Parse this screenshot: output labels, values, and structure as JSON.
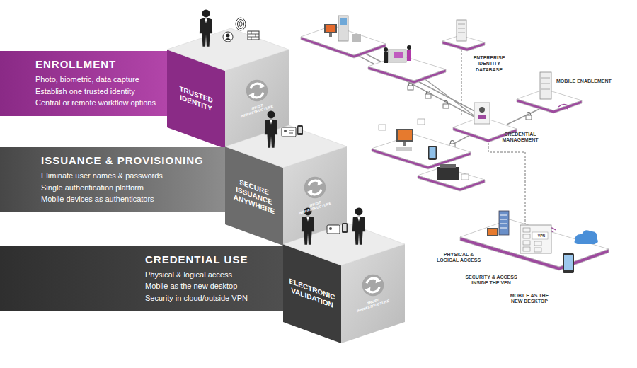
{
  "diagram": {
    "nodes": [
      {
        "text": [
          "ENROLLMENT",
          "Photo, biometric, data capture",
          "Establish one trusted identity",
          "Central or remote workflow options"
        ]
      },
      {
        "text": [
          "TRUSTED IDENTITY"
        ]
      },
      {
        "text": [
          "ISSUANCE & PROVISIONING",
          "Eliminate user names & passwords",
          "Single authentication platform",
          "Mobile devices as authenticators"
        ]
      },
      {
        "text": [
          "SECURE ISSUANCE ANYWHERE"
        ]
      },
      {
        "text": [
          "CREDENTIAL USE",
          "Physical & logical access",
          "Mobile as the new desktop",
          "Security in cloud/outside VPN"
        ]
      },
      {
        "text": [
          "ELECTRONIC VALIDATION"
        ]
      }
    ],
    "labels": [
      "TRUST INFRASTRUCTURE",
      "TRUST INFRASTRUCTURE",
      "TRUST INFRASTRUCTURE",
      "ENTERPRISE IDENTITY DATABASE",
      "MOBILE ENABLEMENT",
      "CREDENTIAL MANAGEMENT",
      "VPN",
      "PHYSICAL & LOGICAL ACCESS",
      "SECURITY & ACCESS INSIDE THE VPN",
      "MOBILE AS THE NEW DESKTOP"
    ]
  }
}
